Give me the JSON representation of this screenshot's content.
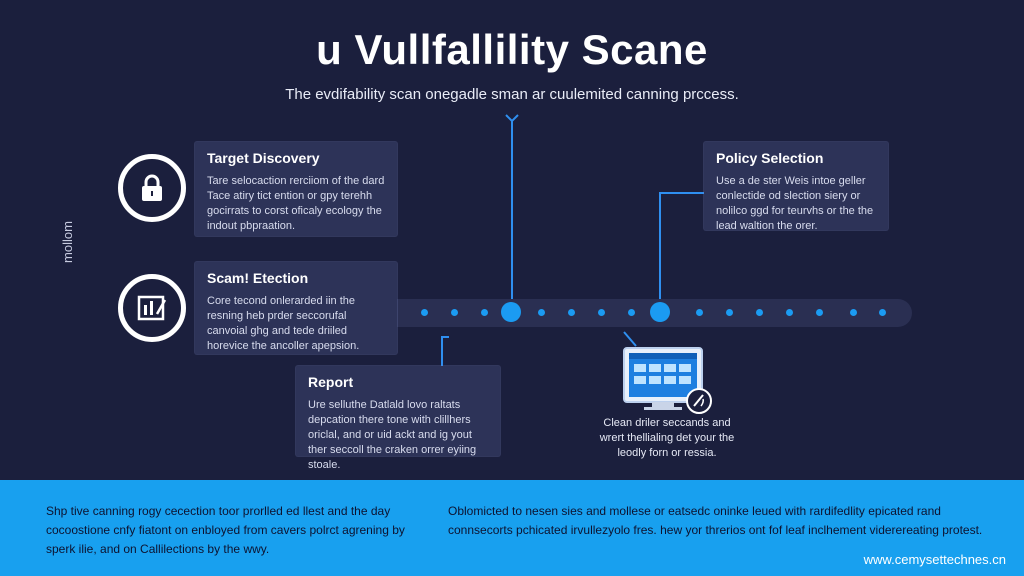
{
  "header": {
    "title": "u Vullfallility Scane",
    "subtitle": "The evdifability scan onegadle sman ar cuulemited canning prccess."
  },
  "side_label": "mollom",
  "steps": [
    {
      "title": "Target Discovery",
      "text": "Tare selocaction rerciiom of the dard Tace atiry tict ention or gpy terehh gocirrats to corst oficaly ecology the indout pbpraation."
    },
    {
      "title": "Scam! Etection",
      "text": "Core tecond onlerarded iin the resning heb prder seccorufal canvoial ghg and tede driiled horevice the ancoller apepsion."
    },
    {
      "title": "Policy Selection",
      "text": "Use a de ster Weis intoe geller conlectide od slection siery or nolilco ggd for teurvhs or the the lead waltion the orer."
    },
    {
      "title": "Report",
      "text": "Ure selluthe Datlald lovo raltats depcation there tone with clillhers oriclal, and or uid ackt and ig yout ther seccoll the craken orrer eyiing stoale."
    }
  ],
  "monitor_caption": "Clean driler seccands and wrert thellialing det your the leodly forn or ressia.",
  "footer": {
    "left_text": "Shp tive canning rogy cecection toor prorlled ed llest and the day cocoostione cnfy fiatont on enbloyed from cavers polrct agrening by sperk ilie, and on Callilections by the wwy.",
    "right_text": "Oblomicted to nesen sies and mollese or eatsedc oninke leued with rardifedlity epicated rand connsecorts pchicated irvullezyolo fres. hew yor threrios ont fof leaf inclhement viderereating protest.",
    "url": "www.cemysettechnes.cn"
  },
  "colors": {
    "background": "#1b1f3d",
    "card": "#2d3358",
    "accent": "#1b9bf2",
    "footer": "#18a0ef"
  },
  "icons": [
    "lock-icon",
    "scan-chart-icon",
    "monitor-table-icon",
    "edit-pen-icon"
  ]
}
